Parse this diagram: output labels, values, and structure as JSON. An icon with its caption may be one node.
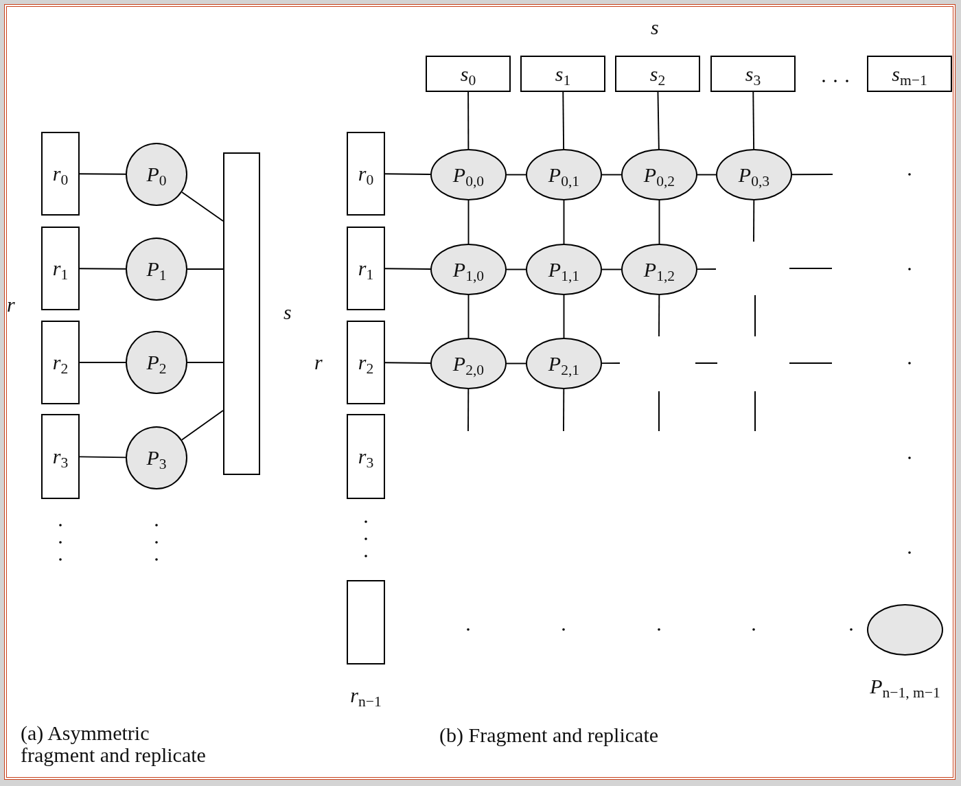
{
  "diagram": {
    "nodes": [
      {
        "text": [
          "*r*$_{0}$"
        ]
      },
      {
        "text": [
          "*P*$_{0}$"
        ]
      },
      {
        "text": [
          "*r*$_{1}$"
        ]
      },
      {
        "text": [
          "*P*$_{1}$"
        ]
      },
      {
        "text": [
          "*r*$_{2}$"
        ]
      },
      {
        "text": [
          "*P*$_{2}$"
        ]
      },
      {
        "text": [
          "*r*$_{3}$"
        ]
      },
      {
        "text": [
          "*P*$_{3}$"
        ]
      },
      {
        "text": [],
        "shape": "box",
        "beside": [
          "*s*"
        ]
      },
      {
        "text": [
          "*s*$_{0}$"
        ]
      },
      {
        "text": [
          "*s*$_{1}$"
        ]
      },
      {
        "text": [
          "*s*$_{2}$"
        ]
      },
      {
        "text": [
          "*s*$_{3}$"
        ]
      },
      {
        "text": [
          "*s*$_{m−1}$"
        ]
      },
      {
        "text": [
          "*r*$_{0}$"
        ]
      },
      {
        "text": [
          "*P*$_{0,0}$"
        ]
      },
      {
        "text": [
          "*P*$_{0,1}$"
        ]
      },
      {
        "text": [
          "*P*$_{0,2}$"
        ]
      },
      {
        "text": [
          "*P*$_{0,3}$"
        ]
      },
      {
        "text": [
          "*r*$_{1}$"
        ]
      },
      {
        "text": [
          "*P*$_{1,0}$"
        ]
      },
      {
        "text": [
          "*P*$_{1,1}$"
        ]
      },
      {
        "text": [
          "*P*$_{1,2}$"
        ]
      },
      {
        "text": [
          "*r*$_{2}$"
        ]
      },
      {
        "text": [
          "*P*$_{2,0}$"
        ]
      },
      {
        "text": [
          "*P*$_{2,1}$"
        ]
      },
      {
        "text": [
          "*r*$_{3}$"
        ]
      },
      {
        "text": [
          "*r*$_{n−1}$"
        ]
      },
      {
        "text": [
          "*P*$_{n−1, m−1}$"
        ]
      }
    ],
    "edges": [
      {
        "from": 0,
        "to": 1,
        "arrow": "none"
      },
      {
        "from": 2,
        "to": 3,
        "arrow": "none"
      },
      {
        "from": 4,
        "to": 5,
        "arrow": "none"
      },
      {
        "from": 6,
        "to": 7,
        "arrow": "none"
      },
      {
        "from": 1,
        "to": 8,
        "arrow": "none"
      },
      {
        "from": 3,
        "to": 8,
        "arrow": "none"
      },
      {
        "from": 5,
        "to": 8,
        "arrow": "none"
      },
      {
        "from": 7,
        "to": 8,
        "arrow": "none"
      },
      {
        "from": 9,
        "to": 15,
        "arrow": "none"
      },
      {
        "from": 10,
        "to": 16,
        "arrow": "none"
      },
      {
        "from": 11,
        "to": 17,
        "arrow": "none"
      },
      {
        "from": 12,
        "to": 18,
        "arrow": "none"
      },
      {
        "from": 14,
        "to": 15,
        "arrow": "none"
      },
      {
        "from": 15,
        "to": 16,
        "arrow": "none"
      },
      {
        "from": 16,
        "to": 17,
        "arrow": "none"
      },
      {
        "from": 17,
        "to": 18,
        "arrow": "none"
      },
      {
        "from": 18,
        "to": null,
        "arrow": "none"
      },
      {
        "from": 15,
        "to": 20,
        "arrow": "none"
      },
      {
        "from": 16,
        "to": 21,
        "arrow": "none"
      },
      {
        "from": 17,
        "to": 22,
        "arrow": "none"
      },
      {
        "from": 18,
        "to": null,
        "arrow": "none"
      },
      {
        "from": 19,
        "to": 20,
        "arrow": "none"
      },
      {
        "from": 20,
        "to": 21,
        "arrow": "none"
      },
      {
        "from": 21,
        "to": 22,
        "arrow": "none"
      },
      {
        "from": 22,
        "to": null,
        "arrow": "none"
      },
      {
        "from": 20,
        "to": 24,
        "arrow": "none"
      },
      {
        "from": 21,
        "to": 25,
        "arrow": "none"
      },
      {
        "from": 22,
        "to": null,
        "arrow": "none"
      },
      {
        "from": 23,
        "to": 24,
        "arrow": "none"
      },
      {
        "from": 24,
        "to": 25,
        "arrow": "none"
      },
      {
        "from": 25,
        "to": null,
        "arrow": "none"
      },
      {
        "from": 24,
        "to": null,
        "arrow": "none"
      },
      {
        "from": 25,
        "to": null,
        "arrow": "none"
      }
    ],
    "labels": [
      "*s*",
      "*r*",
      "*r*",
      "(a) Asymmetric fragment and replicate",
      "(b) Fragment and replicate"
    ]
  }
}
